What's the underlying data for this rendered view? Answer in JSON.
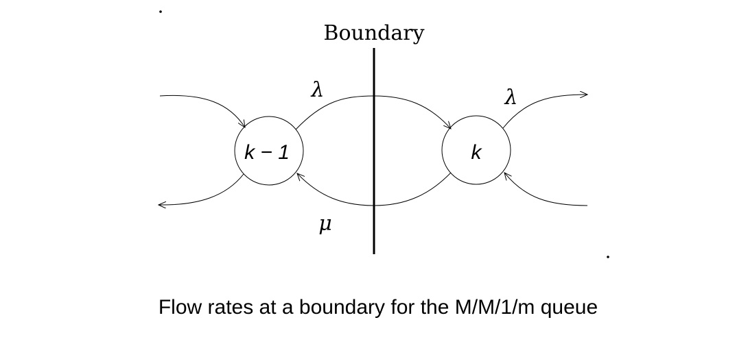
{
  "diagram": {
    "boundary_label": "Boundary",
    "state_left_label": "k − 1",
    "state_right_label": "k",
    "arrival_rate_top": "λ",
    "arrival_rate_right": "λ",
    "service_rate": "μ",
    "caption": "Flow rates at a boundary for the M/M/1/m queue"
  },
  "colors": {
    "stroke": "#000000",
    "text": "#000000",
    "background": "#ffffff"
  }
}
